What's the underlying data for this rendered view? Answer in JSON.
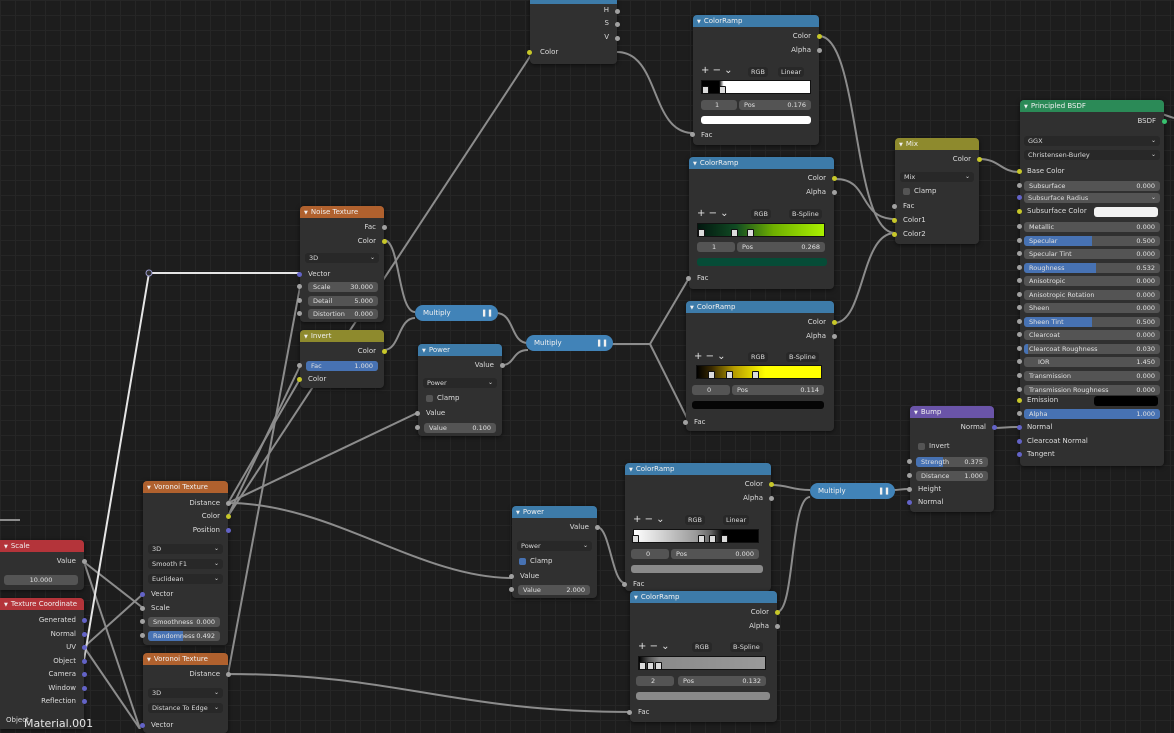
{
  "material_label": "Material.001",
  "hsv": {
    "sockets": [
      "H",
      "S",
      "V"
    ],
    "color": "Color"
  },
  "colorramp1": {
    "title": "ColorRamp",
    "out_color": "Color",
    "out_alpha": "Alpha",
    "mode": "RGB",
    "interp": "Linear",
    "index": "1",
    "pos_label": "Pos",
    "pos": "0.176",
    "fac": "Fac",
    "swatch": "#ffffff"
  },
  "colorramp2": {
    "title": "ColorRamp",
    "out_color": "Color",
    "out_alpha": "Alpha",
    "mode": "RGB",
    "interp": "B-Spline",
    "index": "1",
    "pos_label": "Pos",
    "pos": "0.268",
    "fac": "Fac",
    "swatch": "#064c37"
  },
  "colorramp3": {
    "title": "ColorRamp",
    "out_color": "Color",
    "out_alpha": "Alpha",
    "mode": "RGB",
    "interp": "B-Spline",
    "index": "0",
    "pos_label": "Pos",
    "pos": "0.114",
    "fac": "Fac",
    "swatch": "#050505"
  },
  "colorramp4": {
    "title": "ColorRamp",
    "out_color": "Color",
    "out_alpha": "Alpha",
    "mode": "RGB",
    "interp": "Linear",
    "index": "0",
    "pos_label": "Pos",
    "pos": "0.000",
    "fac": "Fac",
    "swatch": "#8a8a8a"
  },
  "colorramp5": {
    "title": "ColorRamp",
    "out_color": "Color",
    "out_alpha": "Alpha",
    "mode": "RGB",
    "interp": "B-Spline",
    "index": "2",
    "pos_label": "Pos",
    "pos": "0.132",
    "fac": "Fac",
    "swatch": "#8a8a8a"
  },
  "ramp_tools": {
    "add": "+",
    "remove": "−",
    "menu": "⌄"
  },
  "mix": {
    "title": "Mix",
    "out_color": "Color",
    "blend": "Mix",
    "clamp": "Clamp",
    "fac": "Fac",
    "color1": "Color1",
    "color2": "Color2"
  },
  "bsdf": {
    "title": "Principled BSDF",
    "out": "BSDF",
    "distribution": "GGX",
    "sss_method": "Christensen-Burley",
    "base_color": "Base Color",
    "subsurface_radius": "Subsurface Radius",
    "subsurface_color": "Subsurface Color",
    "rows": [
      {
        "label": "Subsurface",
        "value": "0.000",
        "fill": 0
      },
      {
        "label": "Metallic",
        "value": "0.000",
        "fill": 0
      },
      {
        "label": "Specular",
        "value": "0.500",
        "fill": 0.5
      },
      {
        "label": "Specular Tint",
        "value": "0.000",
        "fill": 0
      },
      {
        "label": "Roughness",
        "value": "0.532",
        "fill": 0.532
      },
      {
        "label": "Anisotropic",
        "value": "0.000",
        "fill": 0
      },
      {
        "label": "Anisotropic Rotation",
        "value": "0.000",
        "fill": 0
      },
      {
        "label": "Sheen",
        "value": "0.000",
        "fill": 0
      },
      {
        "label": "Sheen Tint",
        "value": "0.500",
        "fill": 0.5
      },
      {
        "label": "Clearcoat",
        "value": "0.000",
        "fill": 0
      },
      {
        "label": "Clearcoat Roughness",
        "value": "0.030",
        "fill": 0.03
      },
      {
        "label": "IOR",
        "value": "1.450",
        "fill": 0
      },
      {
        "label": "Transmission",
        "value": "0.000",
        "fill": 0
      },
      {
        "label": "Transmission Roughness",
        "value": "0.000",
        "fill": 0
      }
    ],
    "emission": "Emission",
    "alpha_label": "Alpha",
    "alpha_value": "1.000",
    "normal": "Normal",
    "clearcoat_normal": "Clearcoat Normal",
    "tangent": "Tangent"
  },
  "noise": {
    "title": "Noise Texture",
    "out_fac": "Fac",
    "out_color": "Color",
    "dims": "3D",
    "vector": "Vector",
    "scale_label": "Scale",
    "scale": "30.000",
    "detail_label": "Detail",
    "detail": "5.000",
    "distortion_label": "Distortion",
    "distortion": "0.000"
  },
  "invert": {
    "title": "Invert",
    "out_color": "Color",
    "fac_label": "Fac",
    "fac": "1.000",
    "in_color": "Color"
  },
  "multiply1": {
    "label": "Multiply"
  },
  "multiply2": {
    "label": "Multiply"
  },
  "multiply3": {
    "label": "Multiply"
  },
  "power1": {
    "title": "Power",
    "out": "Value",
    "op": "Power",
    "clamp": "Clamp",
    "in_value": "Value",
    "value_label": "Value",
    "value": "0.100"
  },
  "power2": {
    "title": "Power",
    "out": "Value",
    "op": "Power",
    "clamp": "Clamp",
    "in_value": "Value",
    "value_label": "Value",
    "value": "2.000"
  },
  "bump": {
    "title": "Bump",
    "out": "Normal",
    "invert": "Invert",
    "strength_label": "Strength",
    "strength": "0.375",
    "distance_label": "Distance",
    "distance": "1.000",
    "height": "Height",
    "normal": "Normal"
  },
  "voronoi1": {
    "title": "Voronoi Texture",
    "out_distance": "Distance",
    "out_color": "Color",
    "out_position": "Position",
    "dims": "3D",
    "feature": "Smooth F1",
    "metric": "Euclidean",
    "vector": "Vector",
    "scale": "Scale",
    "smoothness_label": "Smoothness",
    "smoothness": "0.000",
    "randomness_label": "Randomness",
    "randomness": "0.492"
  },
  "voronoi2": {
    "title": "Voronoi Texture",
    "out_distance": "Distance",
    "dims": "3D",
    "feature": "Distance To Edge",
    "vector": "Vector"
  },
  "scale_node": {
    "title": "Scale",
    "out": "Value",
    "value": "10.000"
  },
  "texcoord": {
    "title": "Texture Coordinate",
    "outputs": [
      "Generated",
      "Normal",
      "UV",
      "Object",
      "Camera",
      "Window",
      "Reflection"
    ],
    "object_label": "Object"
  },
  "colors": {
    "ramp1": "#ffffff",
    "ramp2": "#aaf000",
    "ramp3": "#ffff00",
    "subsurface_color": "#f2f2f2",
    "emission": "#000000"
  }
}
